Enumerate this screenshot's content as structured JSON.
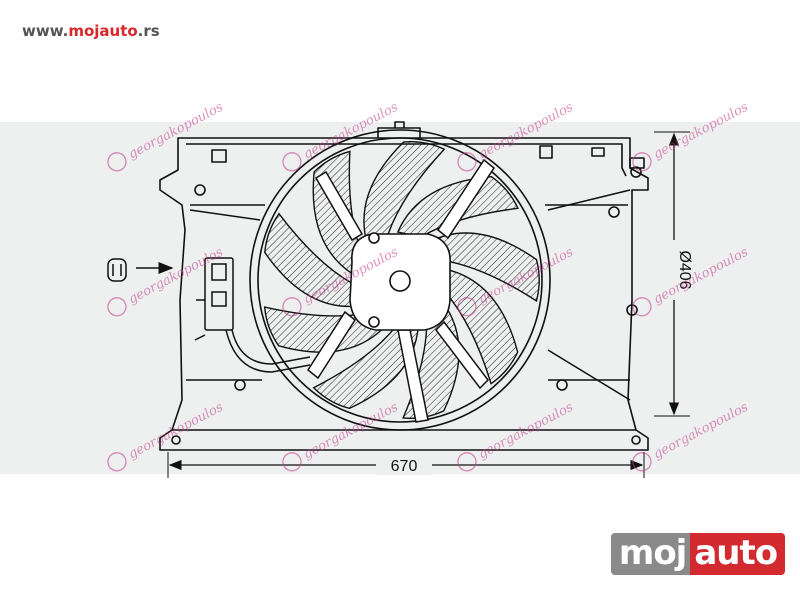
{
  "site": {
    "url_prefix": "www.",
    "url_brand": "mojauto",
    "url_suffix": ".rs"
  },
  "logo": {
    "part1": "moj",
    "part2": "auto"
  },
  "drawing": {
    "dimensions": {
      "width_label": "670",
      "diameter_label": "Ø406"
    },
    "watermark": "georgakopoulos"
  }
}
